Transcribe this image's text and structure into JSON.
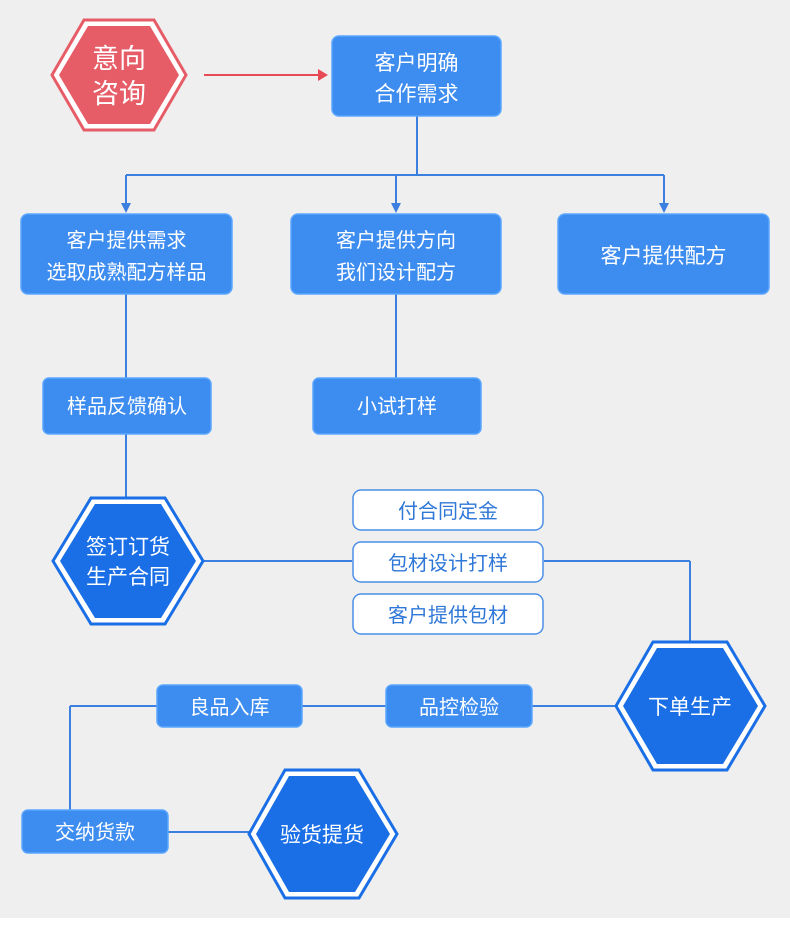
{
  "colors": {
    "background": "#efefef",
    "box_fill": "#3d8cf0",
    "box_border": "#5aa6ff",
    "line": "#3b7fe0",
    "hex_fill": "#1a6fe6",
    "hex_border": "#1a6fe6",
    "start_fill": "#e65d68",
    "start_border": "#e65d68",
    "start_arrow": "#e84a55",
    "outline_text": "#2f78d8",
    "outline_border": "#4a8fe6"
  },
  "start": {
    "line1": "意向",
    "line2": "咨询"
  },
  "top": {
    "line1": "客户明确",
    "line2": "合作需求"
  },
  "branches": {
    "left": {
      "line1": "客户提供需求",
      "line2": "选取成熟配方样品"
    },
    "middle": {
      "line1": "客户提供方向",
      "line2": "我们设计配方"
    },
    "right": "客户提供配方"
  },
  "sample_feedback": "样品反馈确认",
  "small_trial": "小试打样",
  "contract": {
    "line1": "签订订货",
    "line2": "生产合同"
  },
  "options": [
    "付合同定金",
    "包材设计打样",
    "客户提供包材"
  ],
  "production": "下单生产",
  "qc": "品控检验",
  "warehouse": "良品入库",
  "payment": "交纳货款",
  "pickup": "验货提货"
}
